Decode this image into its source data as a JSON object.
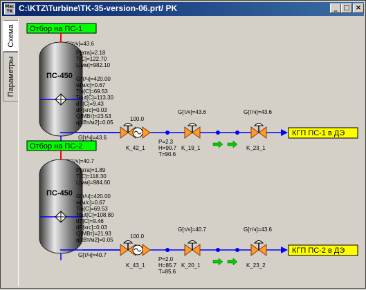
{
  "window": {
    "title": "C:\\KTZ\\Turbine\\TK-35-version-06.prt/ PK",
    "icon_text": "Mac TK",
    "controls": {
      "minimize": "_",
      "maximize": "□",
      "close": "×"
    }
  },
  "tabs": [
    {
      "label": "Схема",
      "active": true
    },
    {
      "label": "Параметры",
      "active": false
    }
  ],
  "colors": {
    "green_label": "#00ff00",
    "yellow_label": "#ffff00",
    "steam_line": "#ff0000",
    "water_line": "#0000ff",
    "valve": "#ff9933",
    "arrow": "#00cc00"
  },
  "heaters": [
    {
      "header_label": "Отбор на ПС-1",
      "name": "ПС-450",
      "steam_flow": "G[т/ч]=43.6",
      "params_top": [
        "P[ата]=2.18",
        "T[C]=122.70",
        "L[мм]=982.10"
      ],
      "params_bottom": [
        "G[т/ч]=420.00",
        "w[м/с]=0.67",
        "Tin[C]=69.53",
        "Tout[C]=113.30",
        "dT[C]=9.43",
        "dP[кгс]=0.03",
        "Q[МВт]=23.53",
        "q[кВт/м2]=0.05"
      ],
      "drain_flow": "G[т/ч]=43.6",
      "pump": {
        "label": "K_42_1",
        "value": "100.0"
      },
      "valve1": {
        "label": "K_19_1",
        "flow": "G[т/ч]=43.6",
        "readings": [
          "P=2.3",
          "H=90.7",
          "T=90.6"
        ]
      },
      "valve2": {
        "label": "K_23_1",
        "flow": "G[т/ч]=43.6"
      },
      "target_label": "КГП ПС-1 в ДЭ"
    },
    {
      "header_label": "Отбор на ПС-2",
      "name": "ПС-450",
      "steam_flow": "G[т/ч]=40.7",
      "params_top": [
        "P[ата]=1.89",
        "T[C]=118.30",
        "L[мм]=984.60"
      ],
      "params_bottom": [
        "G[т/ч]=420.00",
        "w[м/с]=0.67",
        "Tin[C]=69.53",
        "Tout[C]=108.80",
        "dT[C]=9.46",
        "dP[кгс]=0.03",
        "Q[МВт]=21.93",
        "q[кВт/м2]=0.05"
      ],
      "drain_flow": "G[т/ч]=40.7",
      "pump": {
        "label": "K_43_1",
        "value": "100.0"
      },
      "valve1": {
        "label": "K_20_1",
        "flow": "G[т/ч]=40.7",
        "readings": [
          "P=2.0",
          "H=85.7",
          "T=85.6"
        ]
      },
      "valve2": {
        "label": "K_23_2",
        "flow": "G[т/ч]=43.6"
      },
      "target_label": "КГП ПС-2 в ДЭ"
    }
  ]
}
